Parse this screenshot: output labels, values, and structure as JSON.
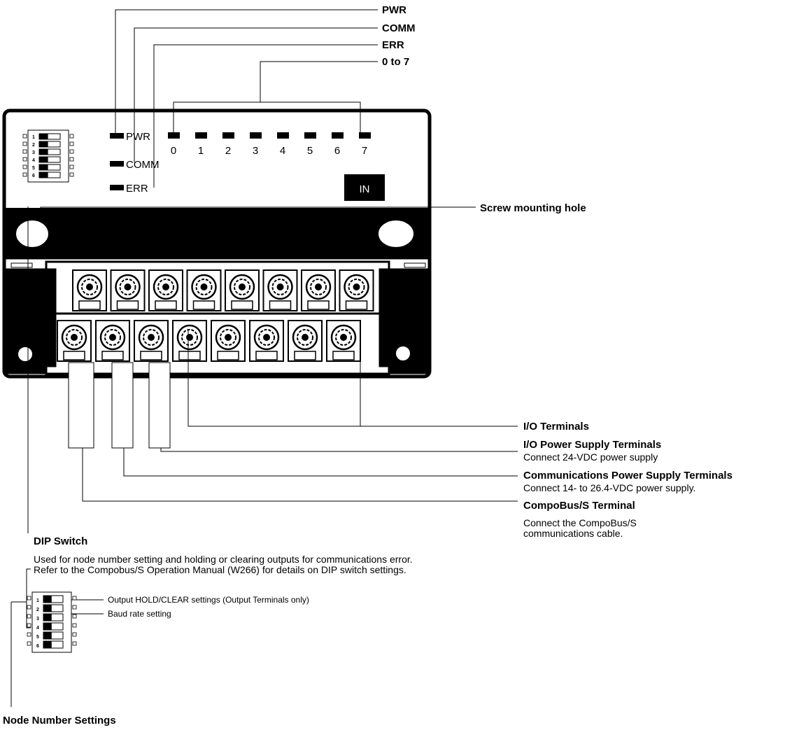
{
  "top_callouts": {
    "pwr": "PWR",
    "comm": "COMM",
    "err": "ERR",
    "range": "0 to 7"
  },
  "device": {
    "led_pwr": "PWR",
    "led_comm": "COMM",
    "led_err": "ERR",
    "io_leds": [
      "0",
      "1",
      "2",
      "3",
      "4",
      "5",
      "6",
      "7"
    ],
    "io_label": "IN",
    "dip_numbers": [
      "1",
      "2",
      "3",
      "4",
      "5",
      "6"
    ]
  },
  "screw_hole": "Screw mounting hole",
  "terminals": {
    "io_title": "I/O Terminals",
    "io_power_title": "I/O Power Supply Terminals",
    "io_power_desc": "Connect 24-VDC power supply",
    "comm_power_title": "Communications Power Supply Terminals",
    "comm_power_desc": "Connect 14- to 26.4-VDC power supply.",
    "compobus_title": "CompoBus/S Terminal",
    "compobus_desc_1": "Connect the CompoBus/S",
    "compobus_desc_2": "communications cable."
  },
  "dip_switch": {
    "title": "DIP Switch",
    "desc_1": "Used for node number setting and holding or clearing outputs for communications error.",
    "desc_2": "Refer to the Compobus/S Operation Manual (W266) for details on DIP switch settings.",
    "pin1_label": "Output HOLD/CLEAR settings (Output Terminals only)",
    "pin2_label": "Baud rate setting",
    "numbers": [
      "1",
      "2",
      "3",
      "4",
      "5",
      "6"
    ]
  },
  "node_number": "Node Number Settings"
}
